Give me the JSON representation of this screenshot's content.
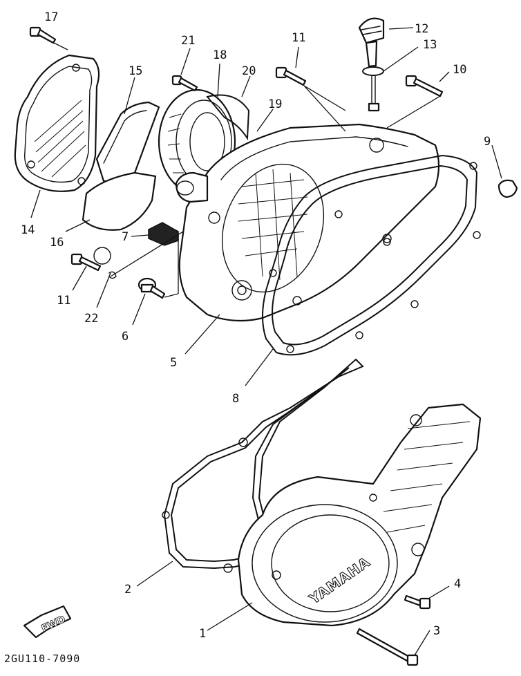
{
  "diagram": {
    "code": "2GU110-7090",
    "brand_mark": "YAMAHA",
    "direction_marker": "FWD",
    "callouts": [
      {
        "id": "c1",
        "text": "1"
      },
      {
        "id": "c2",
        "text": "2"
      },
      {
        "id": "c3",
        "text": "3"
      },
      {
        "id": "c4",
        "text": "4"
      },
      {
        "id": "c5",
        "text": "5"
      },
      {
        "id": "c6",
        "text": "6"
      },
      {
        "id": "c7",
        "text": "7"
      },
      {
        "id": "c8",
        "text": "8"
      },
      {
        "id": "c9",
        "text": "9"
      },
      {
        "id": "c10",
        "text": "10"
      },
      {
        "id": "c11a",
        "text": "11"
      },
      {
        "id": "c11b",
        "text": "11"
      },
      {
        "id": "c12",
        "text": "12"
      },
      {
        "id": "c13",
        "text": "13"
      },
      {
        "id": "c14",
        "text": "14"
      },
      {
        "id": "c15",
        "text": "15"
      },
      {
        "id": "c16",
        "text": "16"
      },
      {
        "id": "c17",
        "text": "17"
      },
      {
        "id": "c18",
        "text": "18"
      },
      {
        "id": "c19",
        "text": "19"
      },
      {
        "id": "c20",
        "text": "20"
      },
      {
        "id": "c21",
        "text": "21"
      },
      {
        "id": "c22",
        "text": "22"
      }
    ]
  }
}
